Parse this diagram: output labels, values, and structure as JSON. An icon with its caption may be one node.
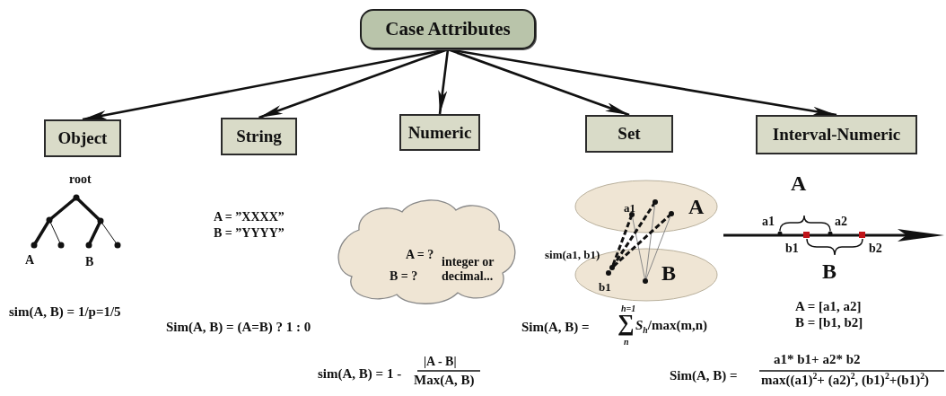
{
  "diagram": {
    "nodes": [
      {
        "text": [
          "Case Attributes"
        ]
      },
      {
        "text": [
          "Object"
        ]
      },
      {
        "text": [
          "String"
        ]
      },
      {
        "text": [
          "Numeric"
        ]
      },
      {
        "text": [
          "Set"
        ]
      },
      {
        "text": [
          "Interval-Numeric"
        ]
      },
      {
        "text": [
          "A = ?",
          "B = ?",
          "integer or decimal..."
        ]
      }
    ],
    "edges": [
      {
        "from": 0,
        "to": 1,
        "arrow": "to"
      },
      {
        "from": 0,
        "to": 2,
        "arrow": "to"
      },
      {
        "from": 0,
        "to": 3,
        "arrow": "to"
      },
      {
        "from": 0,
        "to": 4,
        "arrow": "to"
      },
      {
        "from": 0,
        "to": 5,
        "arrow": "to"
      }
    ],
    "labels": [
      "root",
      "A",
      "B",
      "sim(A, B) = 1/p=1/5",
      "A = ”XXXX”",
      "B = ”YYYY”",
      "Sim(A, B) = (A=B) ? 1 : 0",
      "sim(A, B) = 1 -",
      "|A - B|",
      "Max(A, B)",
      "a1",
      "A",
      "sim(a1, b1)",
      "B",
      "b1",
      "Sim(A, B) =",
      "h=1",
      "∑",
      "n",
      "*S*$_{h}$/max(m,n)",
      "A",
      "a1",
      "a2",
      "b1",
      "b2",
      "B",
      "A = [a1, a2]",
      "B = [b1, b2]",
      "Sim(A, B) =",
      "a1* b1+ a2* b2",
      "max((a1)$^{2}$+ (a2)$^{2}$, (b1)$^{2}$+(b1)$^{2}$)"
    ]
  }
}
